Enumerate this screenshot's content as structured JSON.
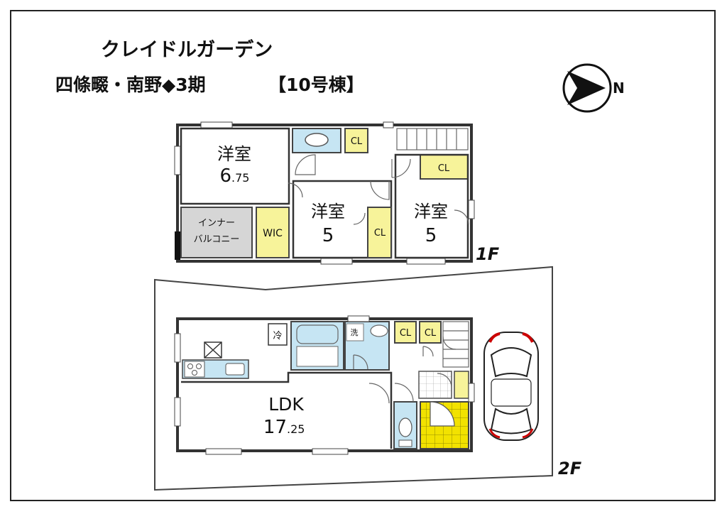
{
  "header": {
    "name": "クレイドルガーデン",
    "location": "四條畷・南野◆3期",
    "building": "【10号棟】"
  },
  "compass": {
    "letter": "N"
  },
  "floors": {
    "upper": {
      "label": "1F",
      "rooms": {
        "western_a": {
          "name": "洋室",
          "size_main": "6",
          "size_dec": ".75"
        },
        "western_b": {
          "name": "洋室",
          "size": "5"
        },
        "western_c": {
          "name": "洋室",
          "size": "5"
        },
        "inner_balcony": {
          "line1": "インナー",
          "line2": "バルコニー"
        },
        "wic": "WIC",
        "cl": "CL"
      }
    },
    "lower": {
      "label": "2F",
      "rooms": {
        "ldk": {
          "name": "LDK",
          "size_main": "17",
          "size_dec": ".25"
        },
        "fridge": "冷",
        "wash": "洗",
        "cl": "CL"
      }
    }
  },
  "colors": {
    "storage": "#f7f39a",
    "water": "#c6e5f3",
    "balcony": "#d6d6d6",
    "entry_tile": "#f2e200"
  }
}
